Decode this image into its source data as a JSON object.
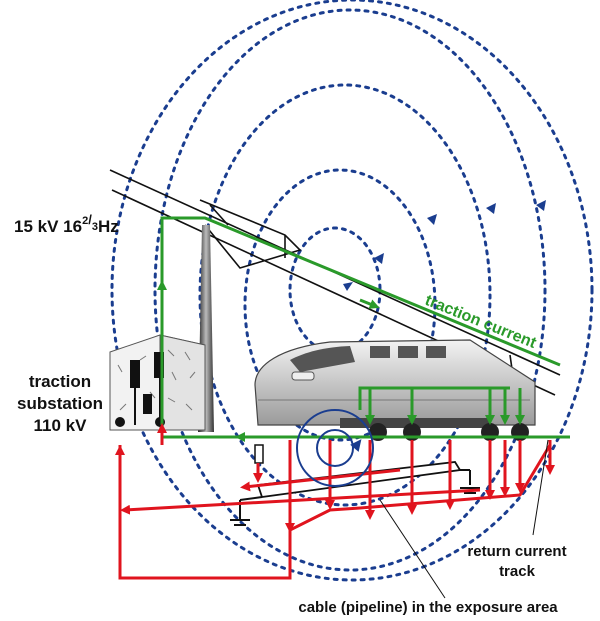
{
  "labels": {
    "voltage_main": "15 kV 16",
    "voltage_sup": "2",
    "voltage_slash": "/",
    "voltage_sub": "3",
    "voltage_unit": "Hz",
    "traction_current": "traction current",
    "substation_line1": "traction",
    "substation_line2": "substation",
    "substation_line3": "110 kV",
    "return_line1": "return current",
    "return_line2": "track",
    "cable": "cable (pipeline) in the exposure area"
  },
  "colors": {
    "traction": "#2a9a2a",
    "return": "#e0141e",
    "field": "#1a3d8f",
    "wire": "#111111"
  },
  "icons": [
    "train-icon",
    "substation-icon",
    "mast-icon",
    "ground-icon"
  ]
}
